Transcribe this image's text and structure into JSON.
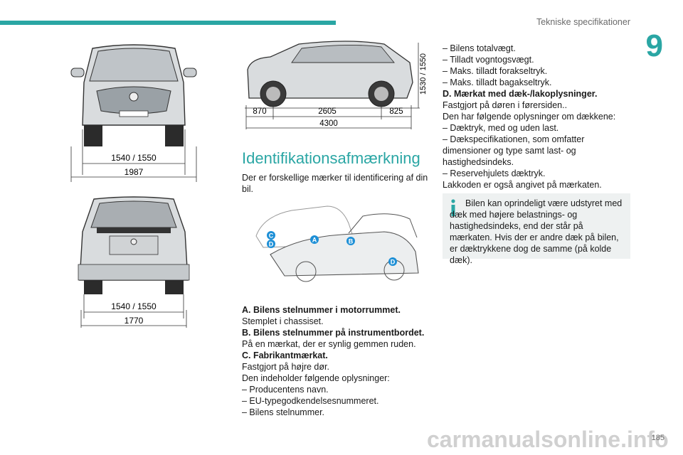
{
  "header": {
    "title": "Tekniske specifikationer",
    "chapter": "9"
  },
  "figures": {
    "front": {
      "dim_track": "1540 / 1550",
      "dim_width": "1987"
    },
    "rear": {
      "dim_track": "1540 / 1550",
      "dim_width": "1770"
    },
    "side": {
      "dim_height": "1530 / 1550",
      "dim_front": "870",
      "dim_wheelbase": "2605",
      "dim_rear": "825",
      "dim_length": "4300"
    },
    "labels": [
      "A",
      "B",
      "C",
      "D",
      "D"
    ]
  },
  "section": {
    "title": "Identifikationsafmærkning",
    "intro": "Der er forskellige mærker til identificering af din bil."
  },
  "col2_lines": [
    {
      "text": "A. Bilens stelnummer i motorrummet.",
      "bold": true
    },
    {
      "text": "Stemplet i chassiset.",
      "bold": false
    },
    {
      "text": "B. Bilens stelnummer på instrumentbordet.",
      "bold": true
    },
    {
      "text": "På en mærkat, der er synlig gemmen ruden.",
      "bold": false
    },
    {
      "text": "C. Fabrikantmærkat.",
      "bold": true
    },
    {
      "text": "Fastgjort på højre dør.",
      "bold": false
    },
    {
      "text": "Den indeholder følgende oplysninger:",
      "bold": false
    },
    {
      "text": "–  Producentens navn.",
      "bold": false
    },
    {
      "text": "–  EU-typegodkendelsesnummeret.",
      "bold": false
    },
    {
      "text": "–  Bilens stelnummer.",
      "bold": false
    }
  ],
  "col3_lines": [
    {
      "text": "–  Bilens totalvægt.",
      "bold": false
    },
    {
      "text": "–  Tilladt vogntogsvægt.",
      "bold": false
    },
    {
      "text": "–  Maks. tilladt forakseltryk.",
      "bold": false
    },
    {
      "text": "–  Maks. tilladt bagakseltryk.",
      "bold": false
    },
    {
      "text": "D. Mærkat med dæk-/lakoplysninger.",
      "bold": true
    },
    {
      "text": "Fastgjort på døren i førersiden..",
      "bold": false
    },
    {
      "text": "Den har følgende oplysninger om dækkene:",
      "bold": false
    },
    {
      "text": "–  Dæktryk, med og uden last.",
      "bold": false
    },
    {
      "text": "–  Dækspecifikationen, som omfatter",
      "bold": false
    },
    {
      "text": "dimensioner og type samt last- og",
      "bold": false
    },
    {
      "text": "hastighedsindeks.",
      "bold": false
    },
    {
      "text": "–  Reservehjulets dæktryk.",
      "bold": false
    },
    {
      "text": "Lakkoden er også angivet på mærkaten.",
      "bold": false
    }
  ],
  "info_box": {
    "text": "Bilen kan oprindeligt være udstyret med dæk med højere belastnings- og hastighedsindeks, end der står på mærkaten. Hvis der er andre dæk på bilen, er dæktrykkene dog de samme (på kolde dæk)."
  },
  "page_number": "185",
  "watermark": "carmanualsonline.info",
  "colors": {
    "accent": "#2aa6a4",
    "label_blue": "#1d8fd6"
  }
}
